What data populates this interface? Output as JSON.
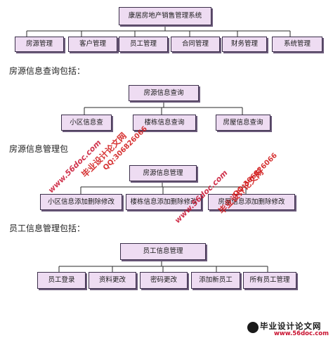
{
  "diagram": {
    "root": {
      "label": "康居房地产销售管理系统"
    },
    "modules": [
      {
        "label": "房源管理"
      },
      {
        "label": "客户管理"
      },
      {
        "label": "员工管理"
      },
      {
        "label": "合同管理"
      },
      {
        "label": "财务管理"
      },
      {
        "label": "系统管理"
      }
    ],
    "section1": {
      "heading": "房源信息查询包括：",
      "root": "房源信息查询",
      "children": [
        "小区信息查",
        "楼栋信息查询",
        "房屋信息查询"
      ]
    },
    "section2": {
      "heading": "房源信息管理包",
      "root": "房源信息管理",
      "children": [
        "小区信息添加删除修改",
        "楼栋信息添加删除修改",
        "房屋信息添加删除修改"
      ]
    },
    "section3": {
      "heading": "员工信息管理包括：",
      "root": "员工信息管理",
      "children": [
        "员工登录",
        "资料更改",
        "密码更改",
        "添加新员工",
        "所有员工管理"
      ]
    },
    "colors": {
      "box_fill": "#eedcf2",
      "box_border": "#3b2f4a",
      "watermark": "#c8102e"
    }
  },
  "watermark": {
    "url": "www.56doc.com",
    "qq": "QQ:306826066",
    "site": "毕业设计论文网"
  },
  "logo": {
    "name": "毕业设计论文网",
    "url": "www.56doc.com"
  }
}
